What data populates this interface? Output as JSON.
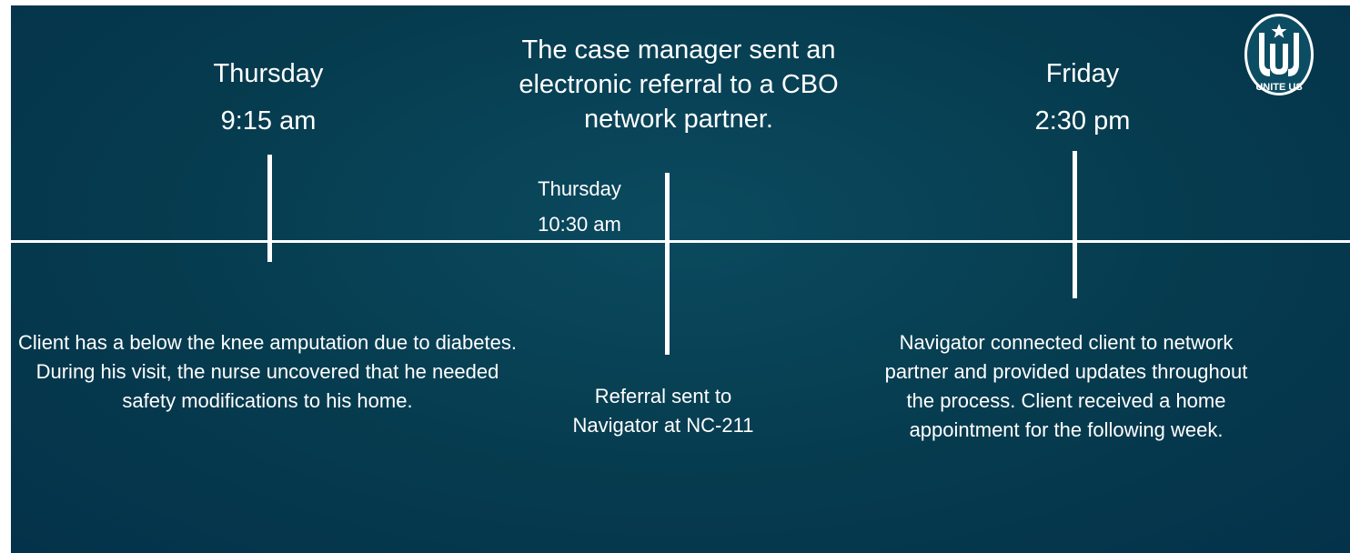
{
  "events": [
    {
      "day": "Thursday",
      "time": "9:15 am",
      "description": "Client has a below the knee amputation due to diabetes. During his visit, the nurse uncovered that he needed safety modifications to his home."
    },
    {
      "day": "Thursday",
      "time": "10:30 am",
      "summary": "The case manager sent an electronic referral to a CBO network partner.",
      "description": "Referral sent to Navigator at NC-211"
    },
    {
      "day": "Friday",
      "time": "2:30 pm",
      "description": "Navigator connected client to network partner and provided updates throughout the process. Client received a home appointment for the following week."
    }
  ],
  "logo": {
    "text": "UNITE US",
    "icon": "star-logo-icon"
  },
  "colors": {
    "background": "#063b4e",
    "line": "#ffffff",
    "text": "#ffffff"
  }
}
